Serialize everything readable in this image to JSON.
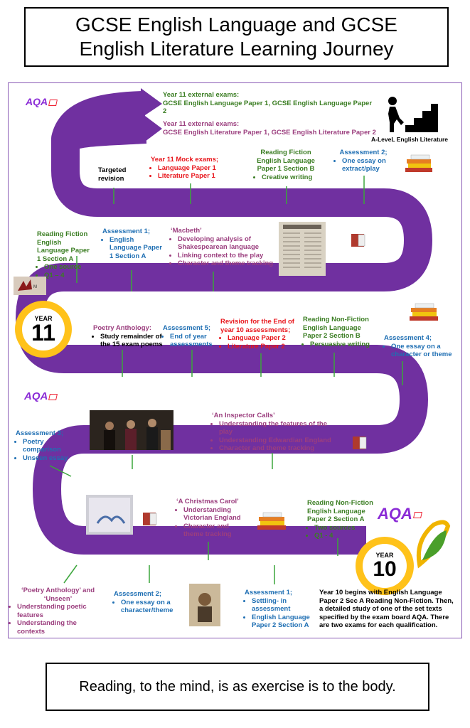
{
  "title": {
    "line1": "GCSE English Language and GCSE",
    "line2": "English Literature Learning Journey"
  },
  "quote": "Reading, to the mind, is as exercise is to the body.",
  "logos": {
    "aqa": "AQA",
    "alevel": "A-LeveL English Literature"
  },
  "years": {
    "word": "YEAR",
    "y11": "11",
    "y10": "10"
  },
  "exams": {
    "lang_title": "Year 11 external exams:",
    "lang_body": "GCSE English Language Paper 1, GCSE English Language Paper 2",
    "lit_title": "Year 11 external exams:",
    "lit_body": "GCSE English Literature Paper 1, GCSE English Literature Paper 2"
  },
  "row1": {
    "targeted": "Targeted revision",
    "mock_title": "Year 11 Mock exams;",
    "mock_items": [
      "Language Paper 1",
      "Literature Paper 1"
    ],
    "fiction_title": "Reading Fiction English Language Paper 1 Section B",
    "fiction_items": [
      "Creative writing"
    ],
    "a2_title": "Assessment 2;",
    "a2_items": [
      "One essay on extract/play"
    ]
  },
  "row2": {
    "fictionA_title": "Reading Fiction English Language Paper 1 Section A",
    "fictionA_items": [
      "One source",
      "Q1 – 4"
    ],
    "a1_title": "Assessment 1;",
    "a1_items": [
      "English Language Paper 1 Section A"
    ],
    "macbeth_title": "‘Macbeth’",
    "macbeth_items": [
      "Developing analysis of Shakespearean language",
      "Linking context to the play",
      "Character and theme tracking"
    ]
  },
  "row3": {
    "poetry_title": "Poetry Anthology:",
    "poetry_items": [
      "Study remainder of the 15 exam poems"
    ],
    "a5_title": "Assessment 5;",
    "a5_items": [
      "End of year assessments"
    ],
    "rev_title": "Revision for the End of year 10 assessments;",
    "rev_items": [
      "Language Paper 2",
      "Literature Paper 2"
    ],
    "nonfic_title": "Reading Non-Fiction English Language Paper 2 Section B",
    "nonfic_items": [
      "Persuasive writing"
    ],
    "a4_title": "Assessment 4;",
    "a4_items": [
      "One essay on a character or theme"
    ]
  },
  "row4": {
    "a3_title": "Assessment 3;",
    "a3_items": [
      "Poetry comparison",
      "Unseen essay"
    ],
    "inspector_title": "‘An Inspector Calls’",
    "inspector_items": [
      "Understanding the features of the play",
      "Understanding Edwardian England",
      "Character and theme tracking"
    ]
  },
  "row5": {
    "carol_title": "‘A Christmas Carol’",
    "carol_items": [
      "Understanding Victorian England",
      "Character and theme tracking"
    ],
    "nonficA_title": "Reading Non-Fiction English Language Paper 2 Section A",
    "nonficA_items": [
      "Two sources",
      "Q1 - 4"
    ]
  },
  "row6": {
    "pa_title": "‘Poetry Anthology’ and ‘Unseen’",
    "pa_items": [
      "Understanding poetic features",
      "Understanding the contexts"
    ],
    "a2_title": "Assessment 2;",
    "a2_items": [
      "One essay on a character/theme"
    ],
    "a1_title": "Assessment 1;",
    "a1_items": [
      "Settling- in assessment",
      "English Language Paper 2 Section A"
    ],
    "intro": "Year 10 begins with English Language Paper 2 Sec A Reading Non-Fiction. Then, a detailed study of one of the set texts specified by the exam board AQA. There are two exams for each qualification."
  },
  "colors": {
    "road": "#7030a0",
    "year_ring": "#ffc21a",
    "green": "#3a7d22",
    "blue": "#1f6fb3",
    "red": "#e8161c",
    "maroon": "#9b3e7e"
  }
}
